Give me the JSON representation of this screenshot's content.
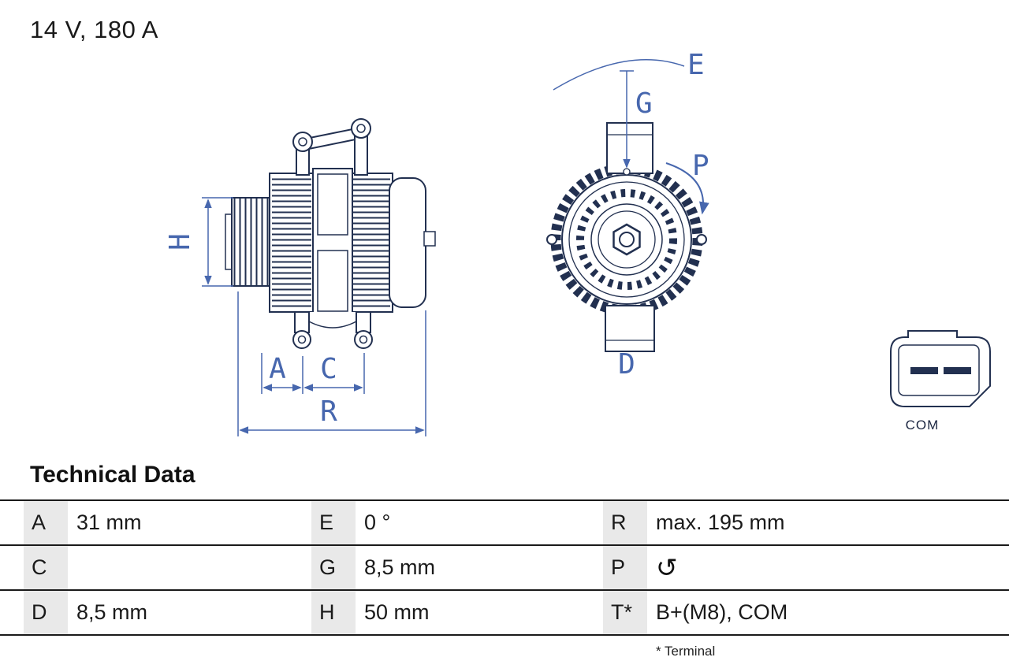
{
  "header": {
    "title": "14 V, 180 A"
  },
  "diagram": {
    "labels": {
      "H": "H",
      "A": "A",
      "C": "C",
      "R": "R",
      "E": "E",
      "G": "G",
      "P": "P",
      "D": "D"
    },
    "connector_label": "COM"
  },
  "table": {
    "title": "Technical Data",
    "rows": [
      {
        "cells": [
          {
            "k": "A",
            "v": "31 mm"
          },
          {
            "k": "E",
            "v": "0 °"
          },
          {
            "k": "R",
            "v": "max. 195 mm"
          }
        ]
      },
      {
        "cells": [
          {
            "k": "C",
            "v": ""
          },
          {
            "k": "G",
            "v": "8,5 mm"
          },
          {
            "k": "P",
            "icon": "↺"
          }
        ]
      },
      {
        "cells": [
          {
            "k": "D",
            "v": "8,5 mm"
          },
          {
            "k": "H",
            "v": "50 mm"
          },
          {
            "k": "T*",
            "v": "B+(M8), COM"
          }
        ]
      }
    ],
    "footnote": "* Terminal"
  },
  "colors": {
    "line": "#223050",
    "dimension": "#4767ae",
    "table_border": "#1a1a1a",
    "key_cell_bg": "#e9e9e9"
  }
}
